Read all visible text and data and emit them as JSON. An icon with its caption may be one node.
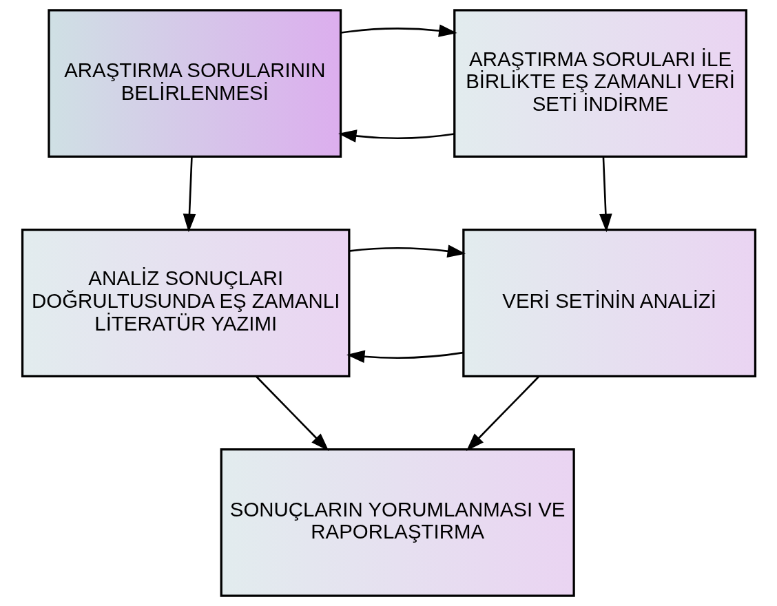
{
  "diagram": {
    "nodes": [
      {
        "text": [
          "ARAŞTIRMA SORULARININ BELİRLENMESİ"
        ]
      },
      {
        "text": [
          "ARAŞTIRMA SORULARI İLE BİRLİKTE EŞ ZAMANLI VERİ SETİ İNDİRME"
        ]
      },
      {
        "text": [
          "ANALİZ SONUÇLARI DOĞRULTUSUNDA EŞ ZAMANLI LİTERATÜR YAZIMI"
        ]
      },
      {
        "text": [
          "VERİ SETİNİN ANALİZİ"
        ]
      },
      {
        "text": [
          "SONUÇLARIN YORUMLANMASI VE RAPORLAŞTIRMA"
        ]
      }
    ],
    "edges": [
      {
        "from": 1,
        "to": 0,
        "arrow": "to"
      },
      {
        "from": 0,
        "to": 1,
        "arrow": "to"
      },
      {
        "from": 0,
        "to": 2,
        "arrow": "to"
      },
      {
        "from": 1,
        "to": 3,
        "arrow": "to"
      },
      {
        "from": 3,
        "to": 2,
        "arrow": "to"
      },
      {
        "from": 2,
        "to": 3,
        "arrow": "to"
      },
      {
        "from": 2,
        "to": 4,
        "arrow": "to"
      },
      {
        "from": 3,
        "to": 4,
        "arrow": "to"
      }
    ]
  }
}
